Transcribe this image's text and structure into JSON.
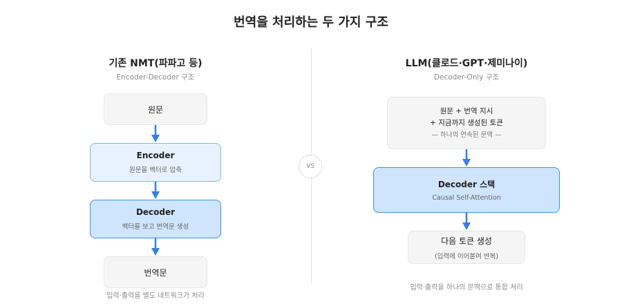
{
  "title": "번역을 처리하는 두 가지 구조",
  "vs_label": "VS",
  "left": {
    "title": "기존 NMT(파파고 등)",
    "subtitle": "Encoder-Decoder 구조",
    "source_box": "원문",
    "encoder": {
      "label": "Encoder",
      "sub": "원문을 벡터로 압축"
    },
    "decoder": {
      "label": "Decoder",
      "sub": "벡터를 보고 번역문 생성"
    },
    "output_box": "번역문",
    "footnote": "입력·출력을 별도 네트워크가 처리"
  },
  "right": {
    "title": "LLM(클로드·GPT·제미나이)",
    "subtitle": "Decoder-Only 구조",
    "context_box": {
      "line1": "원문 + 번역 지시",
      "line2": "+ 지금까지 생성된 토큰",
      "line3": "— 하나의 연속된 문맥 —"
    },
    "decoder_stack": {
      "label": "Decoder 스택",
      "sub": "Causal Self-Attention"
    },
    "next_token": {
      "label": "다음 토큰 생성",
      "sub": "(입력에 이어붙여 반복)"
    },
    "footnote": "입력·출력을 하나의 문맥으로 통합 처리"
  },
  "colors": {
    "arrow": "#2f80ed",
    "encoder_fill": "#e8f2fe",
    "decoder_fill": "#cfe4fd",
    "neutral_fill": "#f5f5f5"
  }
}
